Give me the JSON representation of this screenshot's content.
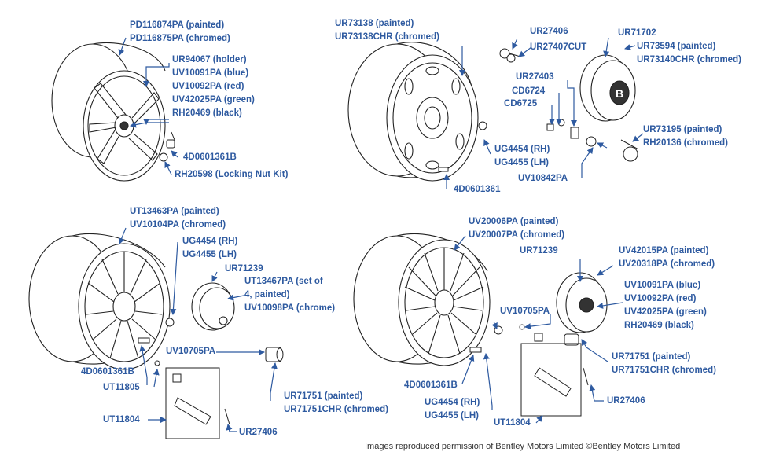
{
  "quadrant_tl": {
    "labels": [
      "PD116874PA (painted)",
      "PD116875PA (chromed)",
      "UR94067 (holder)",
      "UV10091PA (blue)",
      "UV10092PA (red)",
      "UV42025PA (green)",
      "RH20469 (black)",
      "4D0601361B",
      "RH20598 (Locking Nut Kit)"
    ]
  },
  "quadrant_tr": {
    "labels": [
      "UR73138 (painted)",
      "UR73138CHR (chromed)",
      "UR27406",
      "UR27407CUT",
      "UR71702",
      "UR73594 (painted)",
      "UR73140CHR (chromed)",
      "UR27403",
      "CD6724",
      "CD6725",
      "UR73195  (painted)",
      "RH20136 (chromed)",
      "UG4454 (RH)",
      "UG4455 (LH)",
      "UV10842PA",
      "4D0601361"
    ]
  },
  "quadrant_bl": {
    "labels": [
      "UT13463PA (painted)",
      "UV10104PA (chromed)",
      "UG4454 (RH)",
      "UG4455 (LH)",
      "UR71239",
      "UT13467PA (set of",
      "4, painted)",
      "UV10098PA (chrome)",
      "UV10705PA",
      "4D0601361B",
      "UT11805",
      "UT11804",
      "UR71751 (painted)",
      "UR71751CHR (chromed)",
      "UR27406"
    ]
  },
  "quadrant_br": {
    "labels": [
      "UV20006PA (painted)",
      "UV20007PA (chromed)",
      "UR71239",
      "UV42015PA (painted)",
      "UV20318PA (chromed)",
      "UV10091PA (blue)",
      "UV10092PA (red)",
      "UV42025PA (green)",
      "RH20469 (black)",
      "UV10705PA",
      "UR71751 (painted)",
      "UR71751CHR (chromed)",
      "4D0601361B",
      "UG4454 (RH)",
      "UG4455 (LH)",
      "UT11804",
      "UR27406"
    ]
  },
  "credit": "Images reproduced permission of Bentley Motors Limited ©Bentley Motors Limited",
  "colors": {
    "label": "#2e5aa0",
    "leader": "#2e5aa0",
    "line_art": "#222222"
  }
}
